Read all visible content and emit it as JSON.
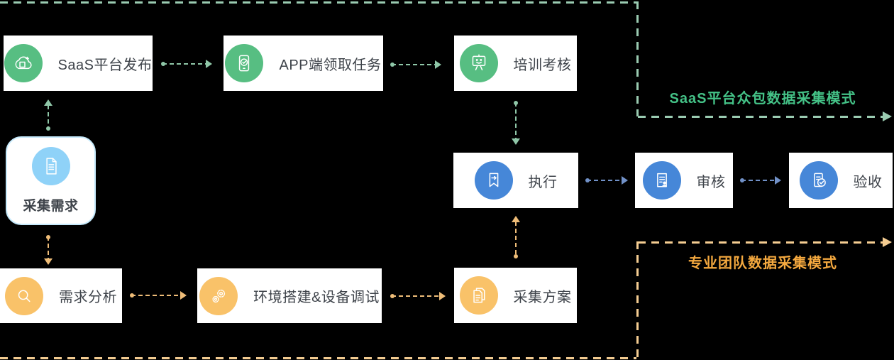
{
  "flow": {
    "modes": {
      "saas": {
        "label": "SaaS平台众包数据采集模式",
        "color": "#44C287"
      },
      "professional": {
        "label": "专业团队数据采集模式",
        "color": "#F5A93F"
      }
    },
    "nodes": {
      "saas_publish": {
        "label": "SaaS平台发布",
        "icon": "cloud-platform-icon",
        "theme": "green"
      },
      "app_task": {
        "label": "APP端领取任务",
        "icon": "phone-check-icon",
        "theme": "green"
      },
      "training": {
        "label": "培训考核",
        "icon": "training-board-icon",
        "theme": "green"
      },
      "collect_demand": {
        "label": "采集需求",
        "icon": "document-icon",
        "theme": "light-blue"
      },
      "execute": {
        "label": "执行",
        "icon": "bookmark-arrow-icon",
        "theme": "blue"
      },
      "review": {
        "label": "审核",
        "icon": "document-person-icon",
        "theme": "blue"
      },
      "acceptance": {
        "label": "验收",
        "icon": "document-check-icon",
        "theme": "blue"
      },
      "demand_analysis": {
        "label": "需求分析",
        "icon": "magnifier-icon",
        "theme": "orange"
      },
      "env_setup": {
        "label": "环境搭建&设备调试",
        "icon": "gears-icon",
        "theme": "orange"
      },
      "collect_plan": {
        "label": "采集方案",
        "icon": "documents-icon",
        "theme": "orange"
      }
    },
    "colors": {
      "background": "#000000",
      "green_circle": "#57BE82",
      "green_arrow": "#8FC7A8",
      "green_guide": "#9ACBB1",
      "blue_circle": "#4687D8",
      "blue_arrow": "#7191C8",
      "light_blue_circle": "#8FD2F8",
      "light_blue_border": "#C5E9FB",
      "orange_circle": "#F9C269",
      "orange_arrow": "#EFBD78",
      "orange_guide": "#F5CD92",
      "node_text": "#3E434A"
    }
  }
}
